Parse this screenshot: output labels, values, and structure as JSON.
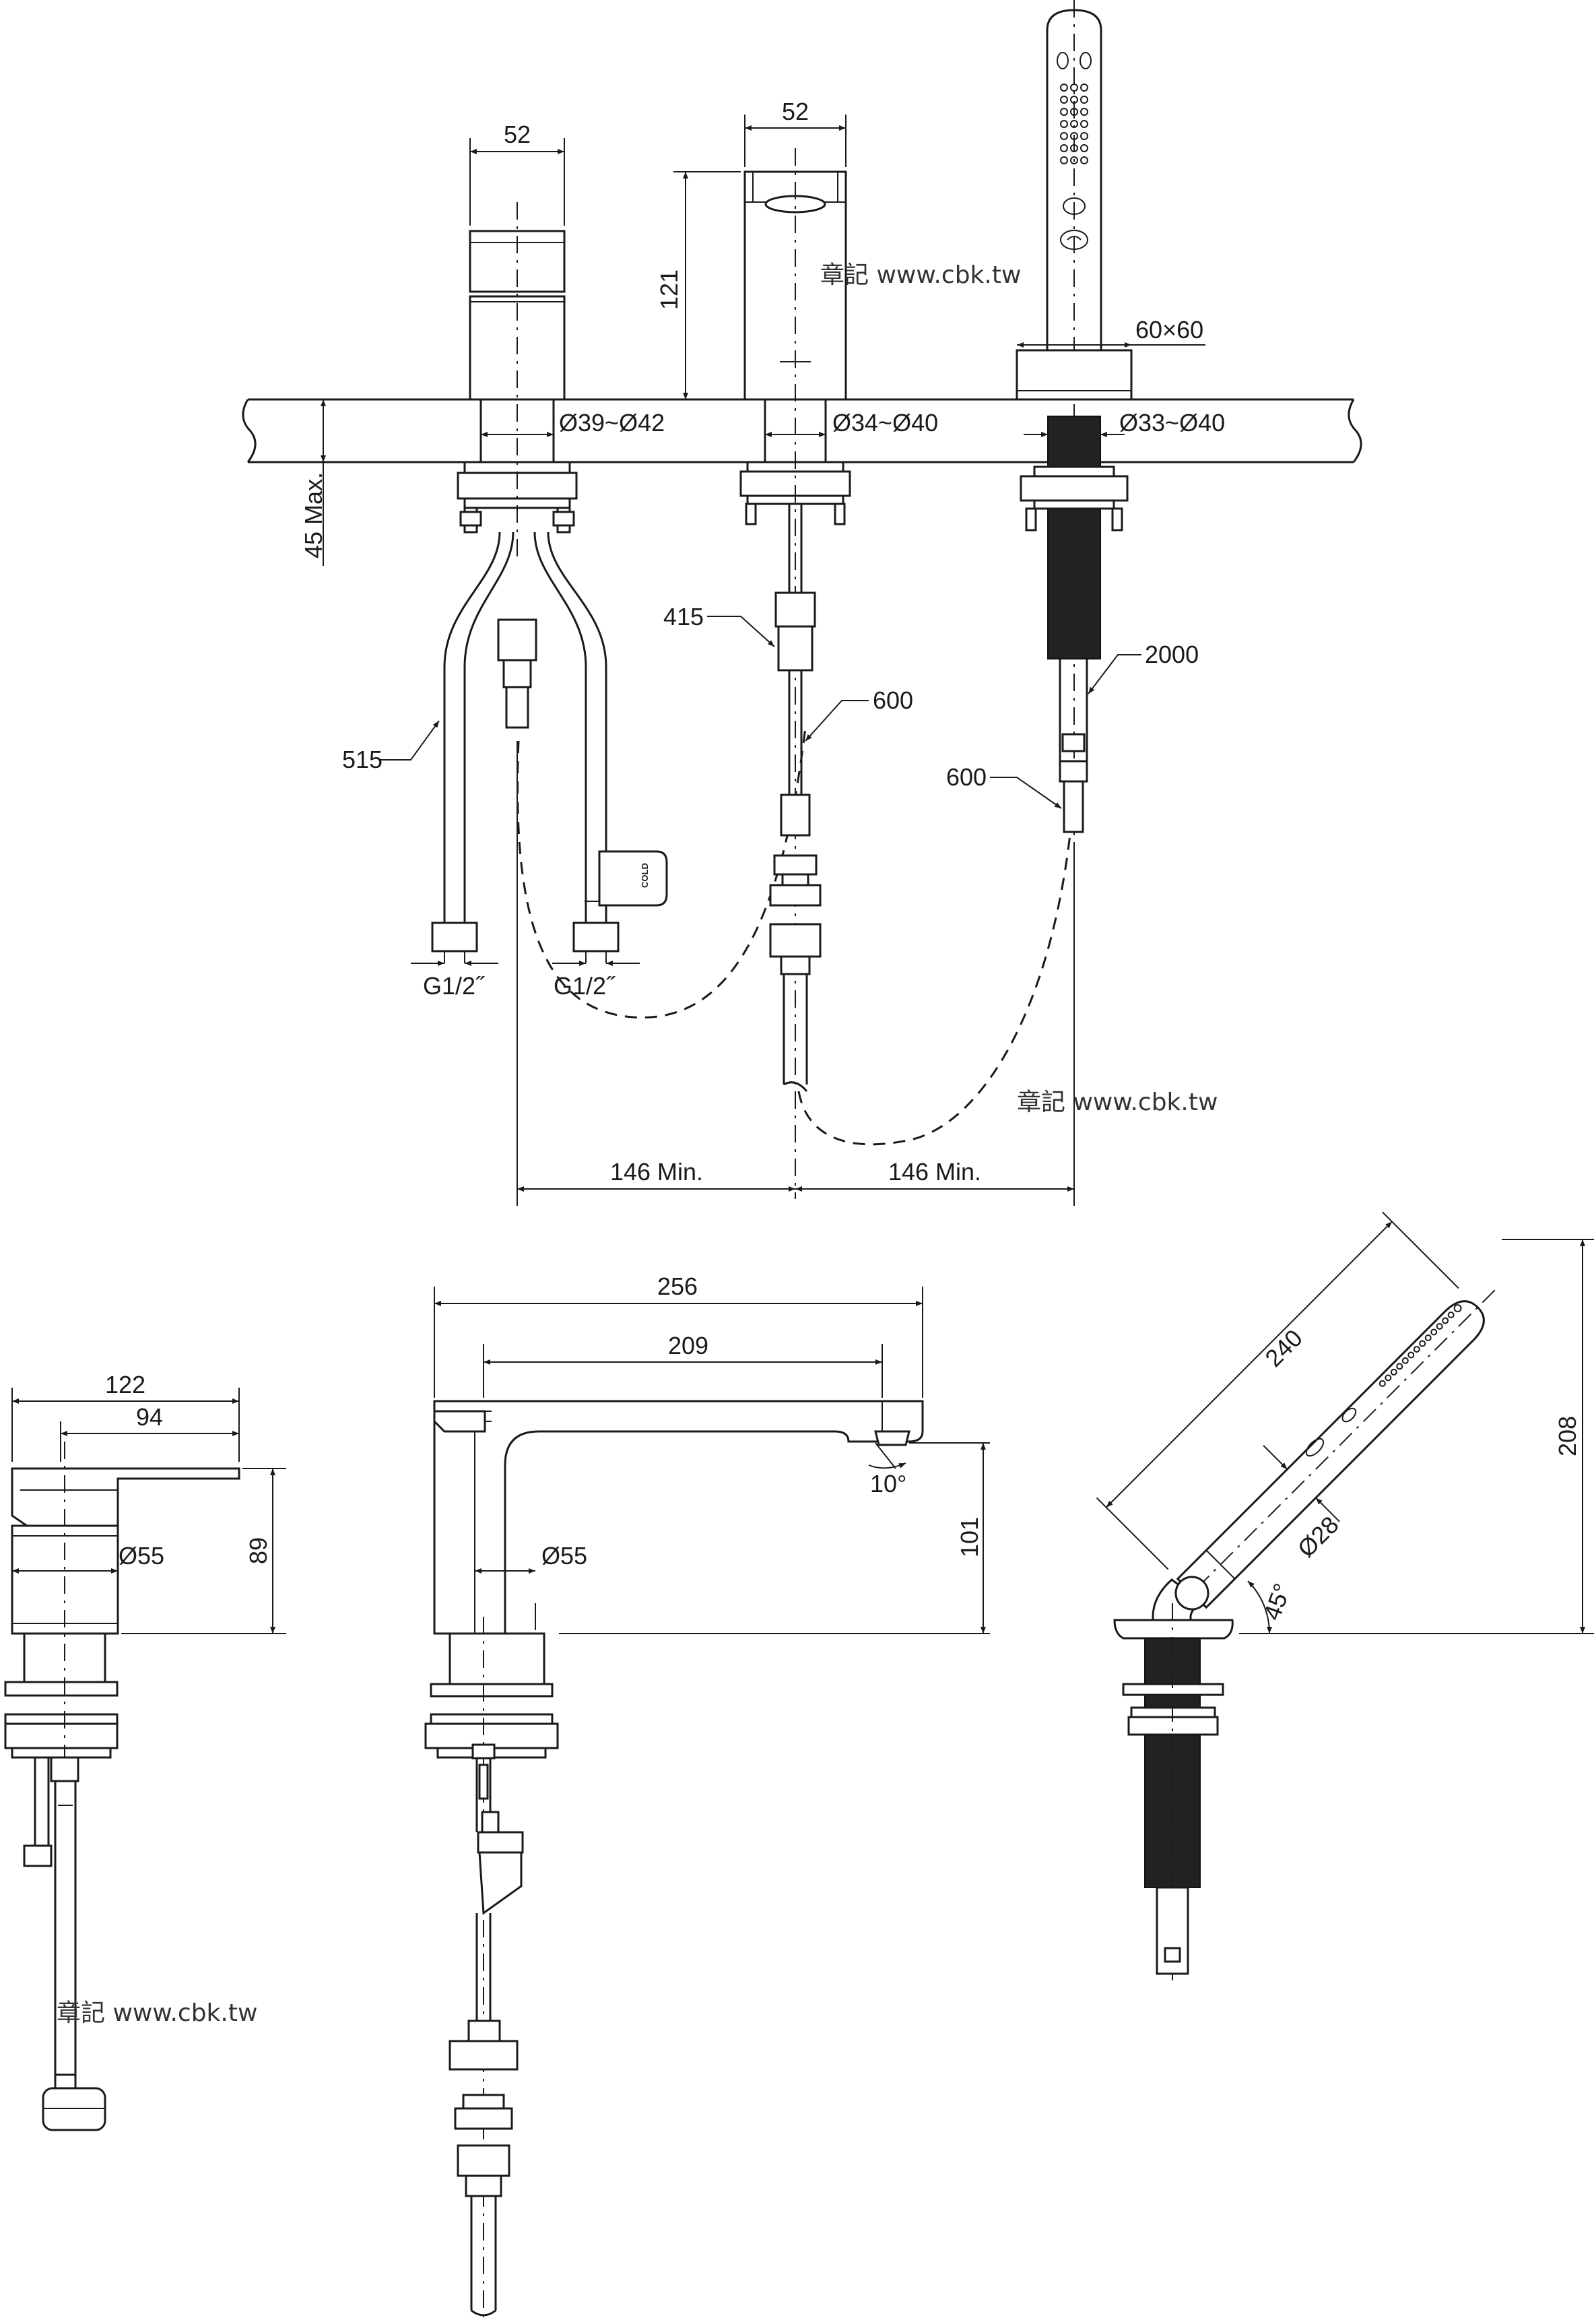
{
  "top_view": {
    "dims": {
      "mixer_width": "52",
      "spout_width": "52",
      "spout_height": "121",
      "shower_base": "60×60",
      "mixer_hole": "Ø39~Ø42",
      "spout_hole": "Ø34~Ø40",
      "shower_hole": "Ø33~Ø40",
      "deck_thickness": "45 Max.",
      "hose_515": "515",
      "hose_415": "415",
      "hose_600_a": "600",
      "hose_2000": "2000",
      "hose_600_b": "600",
      "thread_left": "G1/2˝",
      "thread_right": "G1/2˝",
      "spacing_left": "146 Min.",
      "spacing_right": "146 Min.",
      "cold_tag": "COLD"
    }
  },
  "bottom_view": {
    "dims": {
      "mixer_depth": "122",
      "lever_length": "94",
      "mixer_height": "89",
      "mixer_diameter": "Ø55",
      "spout_length": "256",
      "spout_reach": "209",
      "spout_angle": "10°",
      "spout_height": "101",
      "spout_diameter": "Ø55",
      "shower_length": "240",
      "shower_diameter": "Ø28",
      "shower_height": "208",
      "shower_angle": "45°"
    }
  },
  "watermarks": {
    "wm1": "章記 www.cbk.tw",
    "wm2": "章記 www.cbk.tw",
    "wm3": "章記 www.cbk.tw"
  }
}
